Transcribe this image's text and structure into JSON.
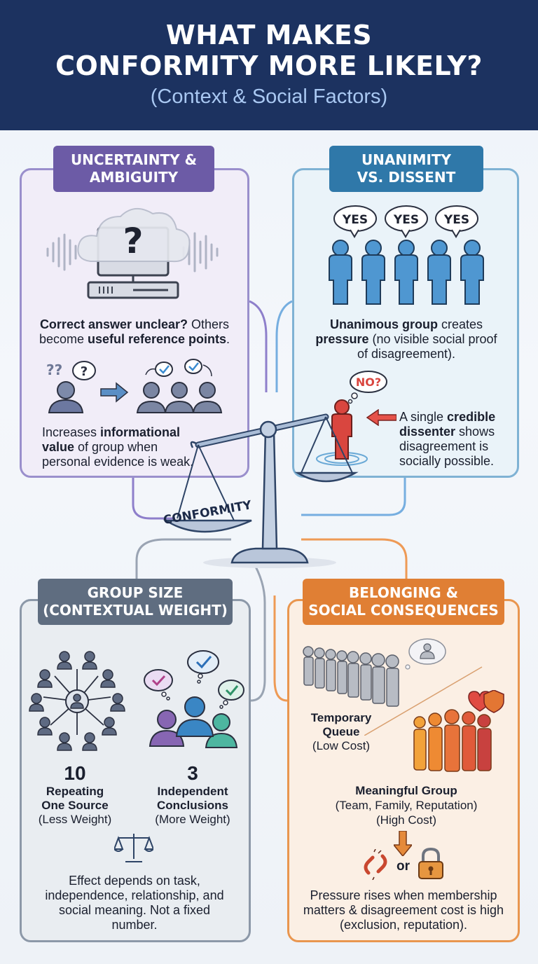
{
  "header": {
    "title_line1": "WHAT MAKES",
    "title_line2": "CONFORMITY MORE LIKELY?",
    "subtitle": "(Context & Social Factors)"
  },
  "center": {
    "scale_label": "CONFORMITY"
  },
  "uncertainty": {
    "title_line1": "UNCERTAINTY &",
    "title_line2": "AMBIGUITY",
    "cloud_symbol": "?",
    "desc1_a": "Correct answer unclear?",
    "desc1_b": " Others",
    "desc1_c": "become ",
    "desc1_d": "useful reference points",
    "desc1_e": ".",
    "thought_marks": "?",
    "small_q": "??",
    "desc2_a": "Increases ",
    "desc2_b": "informational",
    "desc2_c": "value",
    "desc2_d": " of group when",
    "desc2_e": "personal evidence is weak."
  },
  "unanimity": {
    "title_line1": "UNANIMITY",
    "title_line2": "VS. DISSENT",
    "bubbles": [
      "YES",
      "YES",
      "YES"
    ],
    "desc1_a": "Unanimous group",
    "desc1_b": " creates",
    "desc1_c": "pressure",
    "desc1_d": " (no visible social proof",
    "desc1_e": "of disagreement).",
    "dissent_bubble": "NO?",
    "desc2_a": "A single ",
    "desc2_b": "credible",
    "desc2_c": "dissenter",
    "desc2_d": " shows",
    "desc2_e": "disagreement is",
    "desc2_f": "socially possible."
  },
  "groupsize": {
    "title_line1": "GROUP SIZE",
    "title_line2": "(CONTEXTUAL WEIGHT)",
    "left_number": "10",
    "left_label1": "Repeating",
    "left_label2": "One Source",
    "left_label3": "(Less Weight)",
    "right_number": "3",
    "right_label1": "Independent",
    "right_label2": "Conclusions",
    "right_label3": "(More Weight)",
    "desc_line1": "Effect depends on task,",
    "desc_line2": "independence, relationship, and",
    "desc_line3": "social meaning. Not a fixed",
    "desc_line4": "number."
  },
  "belonging": {
    "title_line1": "BELONGING &",
    "title_line2": "SOCIAL CONSEQUENCES",
    "queue_label1": "Temporary",
    "queue_label2": "Queue",
    "queue_label3": "(Low Cost)",
    "group_label1": "Meaningful Group",
    "group_label2": "(Team, Family, Reputation)",
    "group_label3": "(High Cost)",
    "or_label": "or",
    "desc_line1": "Pressure rises when membership",
    "desc_line2": "matters & disagreement cost is high",
    "desc_line3": "(exclusion, reputation)."
  },
  "colors": {
    "header_bg": "#1c3260",
    "subtitle": "#a9c8f2",
    "purple": "#6c5ba6",
    "blue": "#2f78a9",
    "slate": "#5f6d80",
    "orange": "#e07f34",
    "dissenter_red": "#d9463f"
  }
}
